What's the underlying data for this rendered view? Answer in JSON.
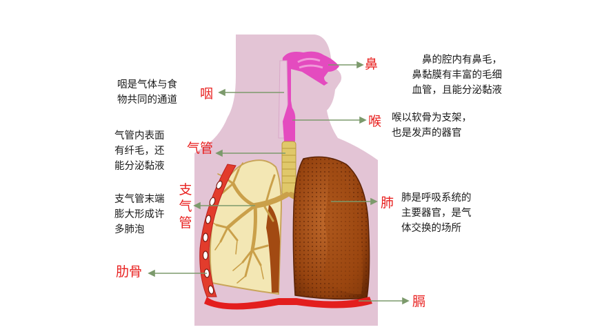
{
  "colors": {
    "label": "#e8201f",
    "pointer": "#7c9a6c",
    "body": "#e3c4d5",
    "airway": "#e44bbf",
    "trachea": "#e0c86a",
    "lung_left": "#f3e7b4",
    "lung_right": "#9c4a16",
    "diaphragm": "#e31e1e"
  },
  "organs": {
    "nose": {
      "name": "鼻",
      "desc": [
        "鼻的腔内有鼻毛，",
        "鼻黏膜有丰富的毛细",
        "血管，且能分泌黏液"
      ]
    },
    "pharynx": {
      "name": "咽",
      "desc": [
        "咽是气体与食",
        "物共同的通道"
      ]
    },
    "larynx": {
      "name": "喉",
      "desc": [
        "喉以软骨为支架，",
        "也是发声的器官"
      ]
    },
    "trachea": {
      "name": "气管",
      "desc": [
        "气管内表面",
        "有纤毛，还",
        "能分泌黏液"
      ]
    },
    "bronchus": {
      "name": "支气管",
      "desc": [
        "支气管末端",
        "膨大形成许",
        "多肺泡"
      ]
    },
    "lung": {
      "name": "肺",
      "desc": [
        "肺是呼吸系统的",
        "主要器官，是气",
        "体交换的场所"
      ]
    },
    "rib": {
      "name": "肋骨"
    },
    "diaphragm": {
      "name": "膈"
    }
  }
}
